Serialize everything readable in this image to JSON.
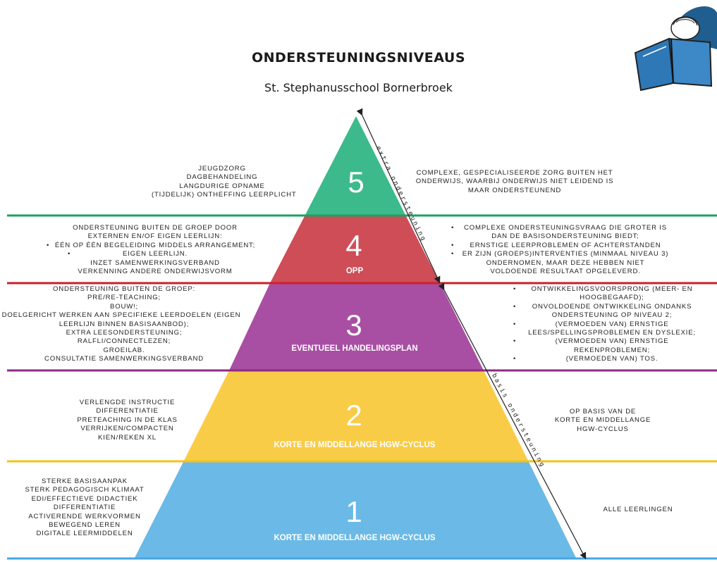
{
  "title": "ONDERSTEUNINGSNIVEAUS",
  "subtitle": "St. Stephanusschool Bornerbroek",
  "side_labels": {
    "extra": "extra ondersteuning",
    "basis": "basis ondersteuning"
  },
  "levels": [
    {
      "number": "5",
      "label": "",
      "color": "#3dba8c",
      "line_color": "#1aa35f",
      "left_lines": [
        "JEUGDZORG",
        "DAGBEHANDELING",
        "LANGDURIGE OPNAME",
        "(TIJDELIJK) ONTHEFFING LEERPLICHT"
      ],
      "right_lines": [
        "COMPLEXE, GESPECIALISEERDE ZORG BUITEN HET",
        "ONDERWIJS, WAARBIJ ONDERWIJS NIET LEIDEND IS",
        "MAAR ONDERSTEUNEND"
      ]
    },
    {
      "number": "4",
      "label": "OPP",
      "color": "#cf4d57",
      "line_color": "#c9202f",
      "left_lines": [
        "ONDERSTEUNING BUITEN DE GROEP DOOR",
        "EXTERNEN EN/OF EIGEN LEERLIJN:",
        "ÉÉN OP ÉÉN BEGELEIDING MIDDELS ARRANGEMENT;",
        "EIGEN LEERLIJN.",
        "INZET SAMENWERKINGSVERBAND",
        "VERKENNING ANDERE ONDERWIJSVORM"
      ],
      "right_lines": [
        "COMPLEXE ONDERSTEUNINGSVRAAG DIE GROTER IS",
        "DAN DE BASISONDERSTEUNING BIEDT;",
        "ERNSTIGE LEERPROBLEMEN OF ACHTERSTANDEN",
        "ER ZIJN (GROEPS)INTERVENTIES (MINMAAL NIVEAU 3)",
        "ONDERNOMEN, MAAR DEZE HEBBEN NIET",
        "VOLDOENDE RESULTAAT OPGELEVERD."
      ]
    },
    {
      "number": "3",
      "label": "EVENTUEEL HANDELINGSPLAN",
      "color": "#a84fa3",
      "line_color": "#8d2a86",
      "left_lines": [
        "ONDERSTEUNING BUITEN DE GROEP:",
        "PRE/RE-TEACHING;",
        "BOUW!;",
        "DOELGERICHT WERKEN AAN SPECIFIEKE LEERDOELEN (EIGEN",
        "LEERLIJN BINNEN BASISAANBOD);",
        "EXTRA LEESONDERSTEUNING;",
        "RALFLI/CONNECTLEZEN;",
        "GROEILAB.",
        "CONSULTATIE SAMENWERKINGSVERBAND"
      ],
      "right_lines": [
        "ONTWIKKELINGSVOORSPRONG (MEER- EN",
        "HOOGBEGAAFD);",
        "ONVOLDOENDE ONTWIKKELING ONDANKS",
        "ONDERSTEUNING OP NIVEAU 2;",
        "(VERMOEDEN VAN) ERNSTIGE",
        "LEES/SPELLINGSPROBLEMEN EN DYSLEXIE;",
        "(VERMOEDEN VAN) ERNSTIGE",
        "REKENPROBLEMEN;",
        "(VERMOEDEN VAN) TOS."
      ]
    },
    {
      "number": "2",
      "label": "KORTE EN MIDDELLANGE HGW-CYCLUS",
      "color": "#f9cc47",
      "line_color": "#f4c21a",
      "left_lines": [
        "VERLENGDE INSTRUCTIE",
        "DIFFERENTIATIE",
        "PRETEACHING IN DE KLAS",
        "VERRIJKEN/COMPACTEN",
        "KIEN/REKEN XL"
      ],
      "right_lines": [
        "OP BASIS VAN DE",
        "KORTE EN MIDDELLANGE",
        "HGW-CYCLUS"
      ]
    },
    {
      "number": "1",
      "label": "KORTE EN MIDDELLANGE HGW-CYCLUS",
      "color": "#6bb9e6",
      "line_color": "#45a6e4",
      "left_lines": [
        "STERKE BASISAANPAK",
        "STERK PEDAGOGISCH KLIMAAT",
        "EDI/EFFECTIEVE DIDACTIEK",
        "DIFFERENTIATIE",
        "ACTIVERENDE WERKVORMEN",
        "BEWEGEND LEREN",
        "DIGITALE LEERMIDDELEN"
      ],
      "right_lines": [
        "ALLE LEERLINGEN"
      ]
    }
  ]
}
